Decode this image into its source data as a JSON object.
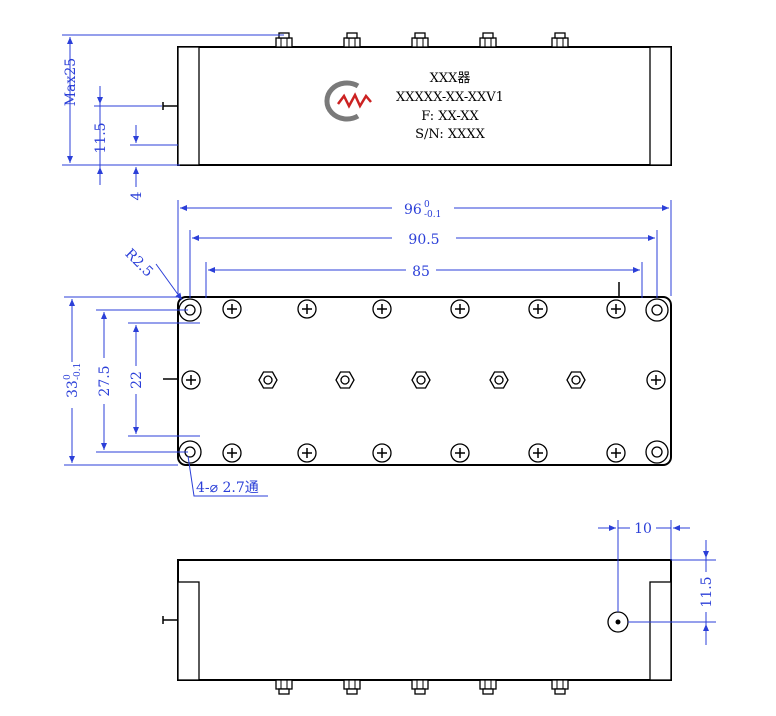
{
  "label": {
    "title": "XXX器",
    "model": "XXXXX-XX-XXV1",
    "freq": "F: XX-XX",
    "serial": "S/N: XXXX"
  },
  "dims": {
    "max_height": "Max25",
    "connector_height": "11.5",
    "pin_offset": "4",
    "length_main": "96",
    "length_tol_upper": "0",
    "length_tol_lower": "-0.1",
    "hole_pitch_x": "90.5",
    "connector_span": "85",
    "corner_radius": "R2.5",
    "width_main": "33",
    "width_tol_upper": "0",
    "width_tol_lower": "-0.1",
    "hole_pitch_y": "27.5",
    "inner_span": "22",
    "hole_note": "4-⌀ 2.7通",
    "port_offset_x": "10",
    "port_offset_y": "11.5"
  },
  "colors": {
    "dimension": "#2b3fd8",
    "outline": "#000000",
    "logo_gray": "#7a7a7a",
    "logo_red": "#cc2222"
  },
  "icons": {
    "logo": "company-logo-icon",
    "screw": "phillips-screw-icon",
    "nut": "hex-nut-icon",
    "port": "coaxial-port-icon"
  }
}
